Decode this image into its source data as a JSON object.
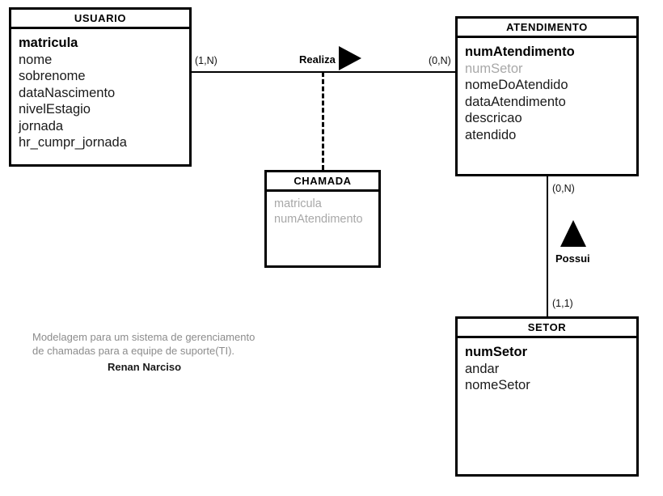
{
  "diagram": {
    "type": "entity-relationship-diagram",
    "background_color": "#ffffff",
    "line_color": "#000000",
    "fk_color": "#a8a8a8"
  },
  "entities": {
    "usuario": {
      "title": "USUARIO",
      "attributes": [
        {
          "label": "matricula",
          "role": "pk"
        },
        {
          "label": "nome",
          "role": "normal"
        },
        {
          "label": "sobrenome",
          "role": "normal"
        },
        {
          "label": "dataNascimento",
          "role": "normal"
        },
        {
          "label": "nivelEstagio",
          "role": "normal"
        },
        {
          "label": "jornada",
          "role": "normal"
        },
        {
          "label": "hr_cumpr_jornada",
          "role": "normal"
        }
      ]
    },
    "atendimento": {
      "title": "ATENDIMENTO",
      "attributes": [
        {
          "label": "numAtendimento",
          "role": "pk"
        },
        {
          "label": "numSetor",
          "role": "fk"
        },
        {
          "label": "nomeDoAtendido",
          "role": "normal"
        },
        {
          "label": "dataAtendimento",
          "role": "normal"
        },
        {
          "label": "descricao",
          "role": "normal"
        },
        {
          "label": "atendido",
          "role": "normal"
        }
      ]
    },
    "chamada": {
      "title": "CHAMADA",
      "attributes": [
        {
          "label": "matricula",
          "role": "fk"
        },
        {
          "label": "numAtendimento",
          "role": "fk"
        }
      ]
    },
    "setor": {
      "title": "SETOR",
      "attributes": [
        {
          "label": "numSetor",
          "role": "pk"
        },
        {
          "label": "andar",
          "role": "normal"
        },
        {
          "label": "nomeSetor",
          "role": "normal"
        }
      ]
    }
  },
  "relationships": {
    "realiza": {
      "label": "Realiza",
      "from": "USUARIO",
      "to": "ATENDIMENTO",
      "cardinality_left": "(1,N)",
      "cardinality_right": "(0,N)",
      "associative_entity": "CHAMADA"
    },
    "possui": {
      "label": "Possui",
      "from": "ATENDIMENTO",
      "to": "SETOR",
      "cardinality_top": "(0,N)",
      "cardinality_bottom": "(1,1)"
    }
  },
  "caption": {
    "line1": "Modelagem para um sistema de gerenciamento",
    "line2": "de chamadas para a equipe de suporte(TI).",
    "author": "Renan Narciso"
  }
}
